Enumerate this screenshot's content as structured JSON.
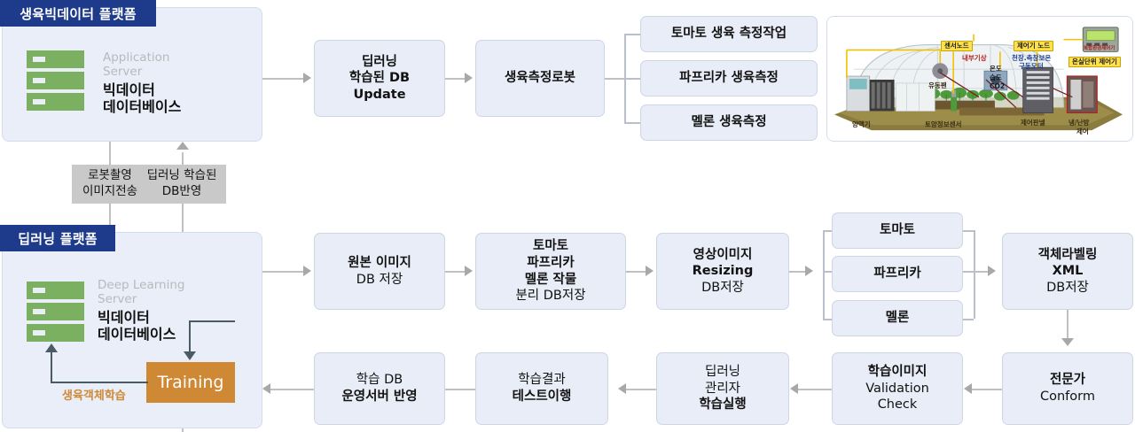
{
  "platforms": {
    "top": {
      "title": "생육빅데이터 플랫폼",
      "server_kind": "Application\nServer",
      "server_kind_l1": "Application",
      "server_kind_l2": "Server",
      "server_name_l1": "빅데이터",
      "server_name_l2": "데이터베이스",
      "icon": "server-icon"
    },
    "bottom": {
      "title": "딥러닝 플랫폼",
      "server_kind_l1": "Deep Learning",
      "server_kind_l2": "Server",
      "server_name_l1": "빅데이터",
      "server_name_l2": "데이터베이스",
      "icon": "server-icon",
      "training_label": "Training",
      "loop_label": "생육객체학습"
    }
  },
  "notes": [
    {
      "l1": "로봇촬영",
      "l2": "이미지전송"
    },
    {
      "l1": "딥러닝 학습된",
      "l2": "DB반영"
    }
  ],
  "flow_top": [
    {
      "lines": [
        {
          "t": "딥러닝",
          "b": true
        },
        {
          "t": "학습된 DB",
          "b": true
        },
        {
          "t": "Update",
          "b": true
        }
      ]
    },
    {
      "lines": [
        {
          "t": "생육측정로봇",
          "b": true
        }
      ]
    }
  ],
  "measure_tasks": [
    {
      "label": "토마토 생육 측정작업"
    },
    {
      "label": "파프리카 생육측정"
    },
    {
      "label": "멜론 생육측정"
    }
  ],
  "flow_mid": [
    {
      "lines": [
        {
          "t": "원본 이미지",
          "b": true
        },
        {
          "t": "DB 저장",
          "b": false
        }
      ]
    },
    {
      "lines": [
        {
          "t": "토마토",
          "b": true
        },
        {
          "t": "파프리카",
          "b": true
        },
        {
          "t": "멜론 작물",
          "b": true
        },
        {
          "t": "분리 DB저장",
          "b": false
        }
      ]
    },
    {
      "lines": [
        {
          "t": "영상이미지",
          "b": true
        },
        {
          "t": "Resizing",
          "b": true
        },
        {
          "t": "DB저장",
          "b": false
        }
      ]
    }
  ],
  "crops": [
    {
      "label": "토마토"
    },
    {
      "label": "파프리카"
    },
    {
      "label": "멜론"
    }
  ],
  "labeling_box": {
    "lines": [
      {
        "t": "객체라벨링",
        "b": true
      },
      {
        "t": "XML",
        "b": true
      },
      {
        "t": "DB저장",
        "b": false
      }
    ]
  },
  "flow_bottom": [
    {
      "lines": [
        {
          "t": "학습 DB",
          "b": false
        },
        {
          "t": "운영서버 반영",
          "b": true
        }
      ]
    },
    {
      "lines": [
        {
          "t": "학습결과",
          "b": false
        },
        {
          "t": "테스트이행",
          "b": true
        }
      ]
    },
    {
      "lines": [
        {
          "t": "딥러닝",
          "b": false
        },
        {
          "t": "관리자",
          "b": false
        },
        {
          "t": "학습실행",
          "b": true
        }
      ]
    },
    {
      "lines": [
        {
          "t": "학습이미지",
          "b": true
        },
        {
          "t": "Validation",
          "b": false
        },
        {
          "t": "Check",
          "b": false
        }
      ]
    },
    {
      "lines": [
        {
          "t": "전문가",
          "b": true
        },
        {
          "t": "Conform",
          "b": false
        }
      ]
    }
  ],
  "greenhouse": {
    "name": "greenhouse-diagram",
    "labels_yellow": [
      "센서노드",
      "제어기 노드",
      "온실단위 제어기",
      "복합환경제어기"
    ],
    "labels_ground": [
      "양액기",
      "토양정보센서",
      "제어판넬",
      "냉/난방",
      "제어",
      "유동팬"
    ],
    "labels_inner": [
      "내부기상",
      "온도",
      "습도",
      "CO2"
    ],
    "labels_motor": [
      "천장.측창보온",
      "구동모터"
    ]
  },
  "colors": {
    "panel_bg": "#e9eef8",
    "panel_border": "#d3dcee",
    "header_navy": "#1e3a8a",
    "box_bg": "#e9edf7",
    "box_border": "#cdd5e6",
    "note_bg": "#c9c9c9",
    "server_green": "#7cb061",
    "training_orange": "#cf8935",
    "connector_gray": "#c0c0c0",
    "connector_dark": "#4a5a66",
    "label_yellow": "#ffe14d"
  }
}
